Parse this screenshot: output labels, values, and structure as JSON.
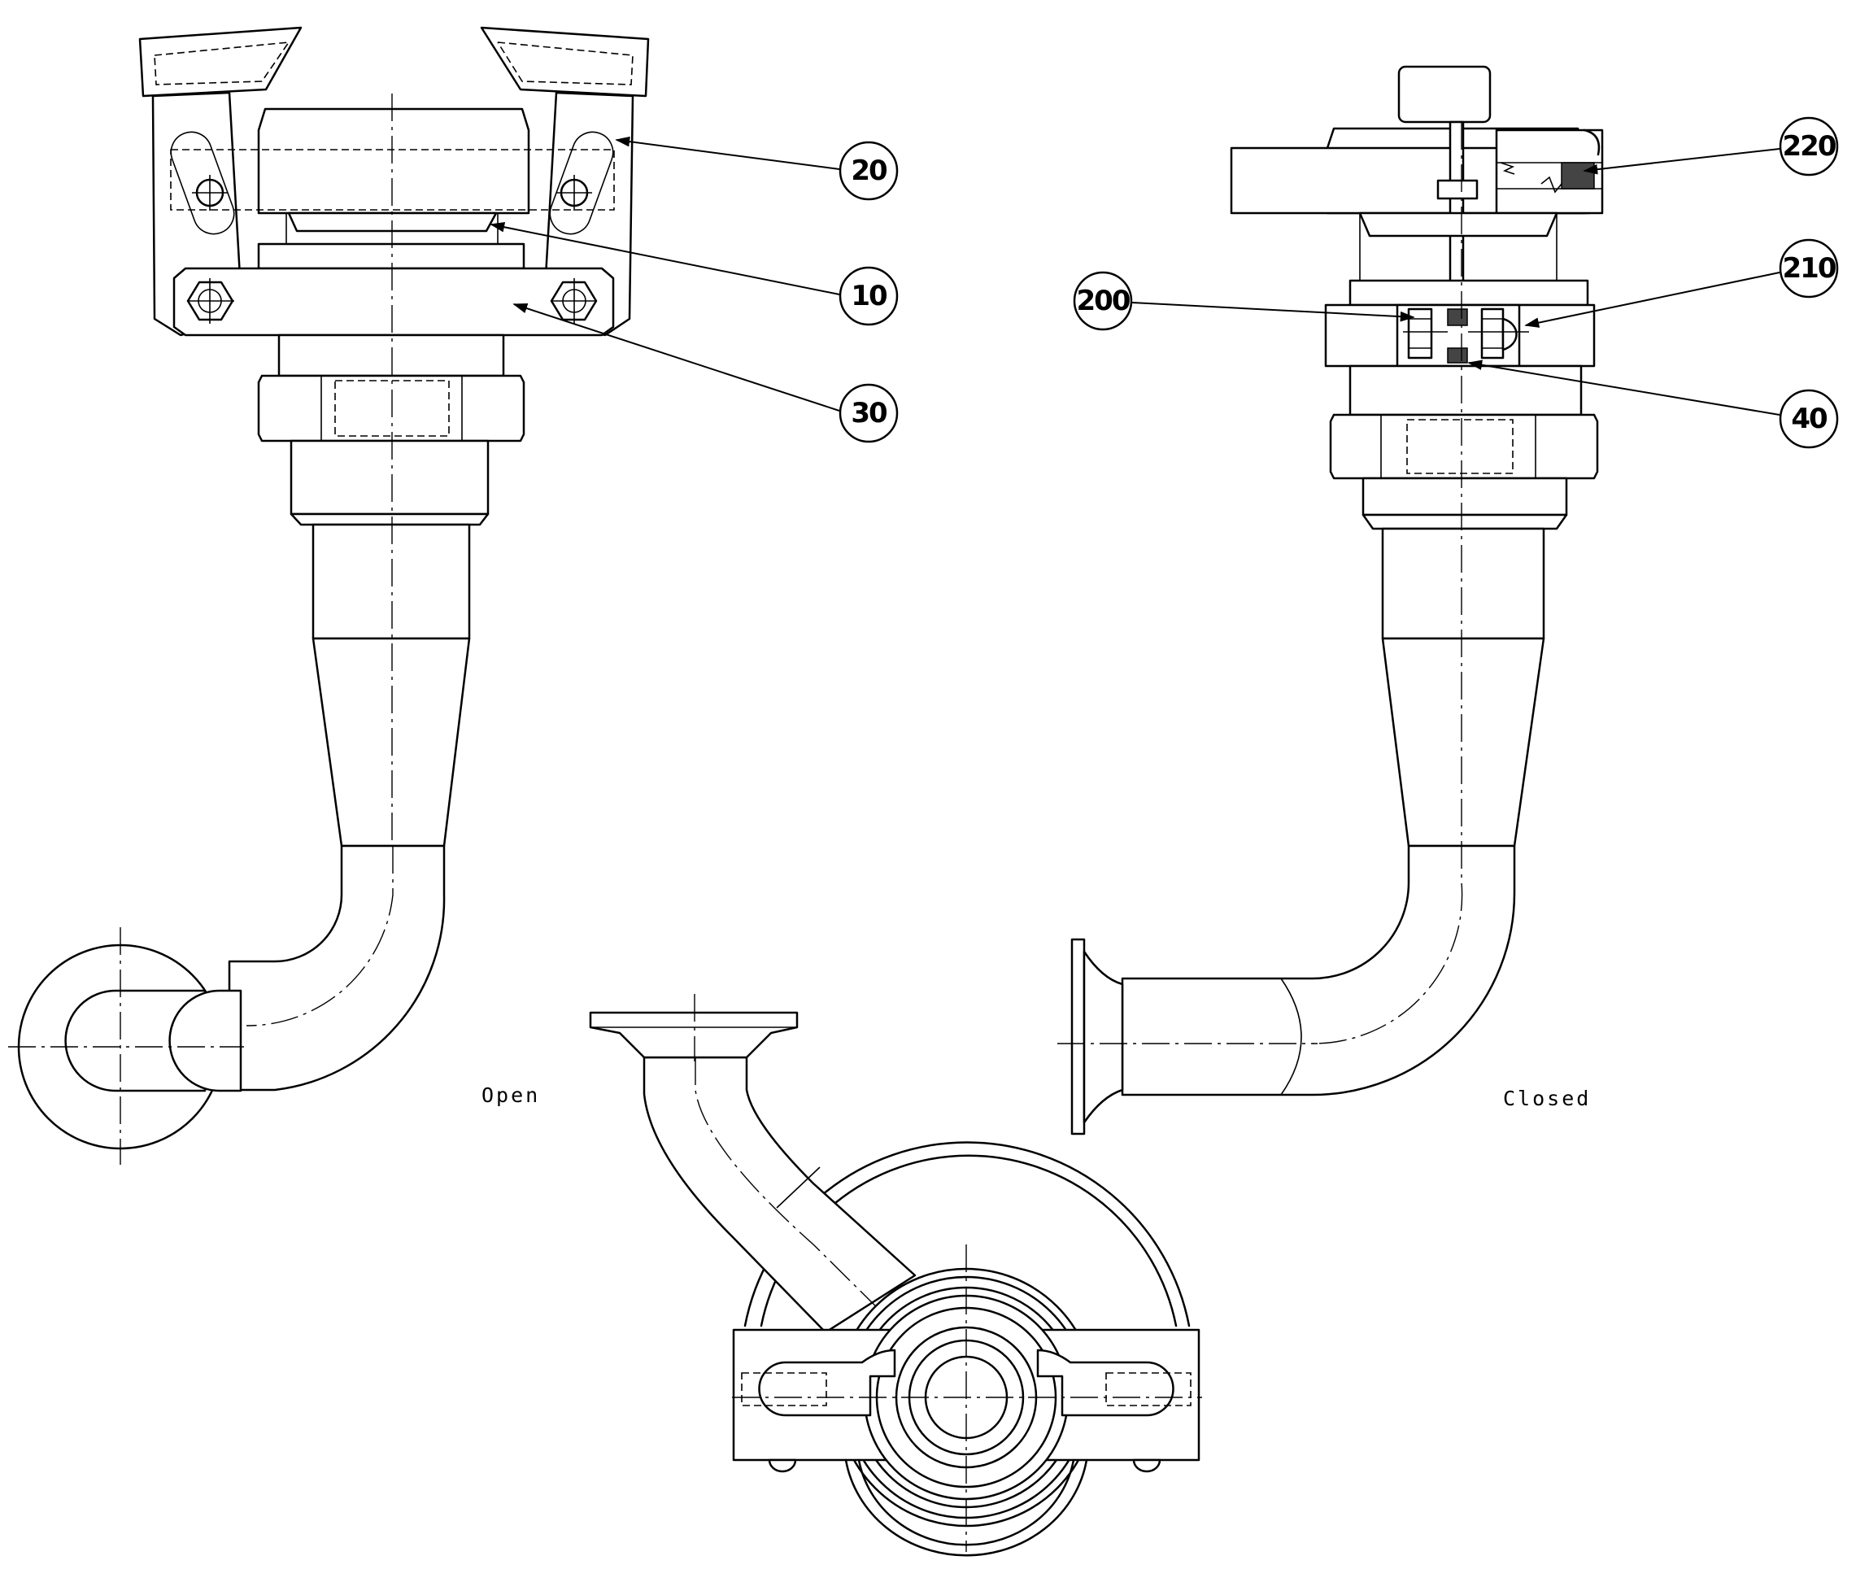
{
  "views": {
    "open_label": "Open",
    "closed_label": "Closed"
  },
  "callouts": [
    {
      "id": "c20",
      "label": "20"
    },
    {
      "id": "c10",
      "label": "10"
    },
    {
      "id": "c30",
      "label": "30"
    },
    {
      "id": "c220",
      "label": "220"
    },
    {
      "id": "c210",
      "label": "210"
    },
    {
      "id": "c200",
      "label": "200"
    },
    {
      "id": "c40",
      "label": "40"
    }
  ]
}
